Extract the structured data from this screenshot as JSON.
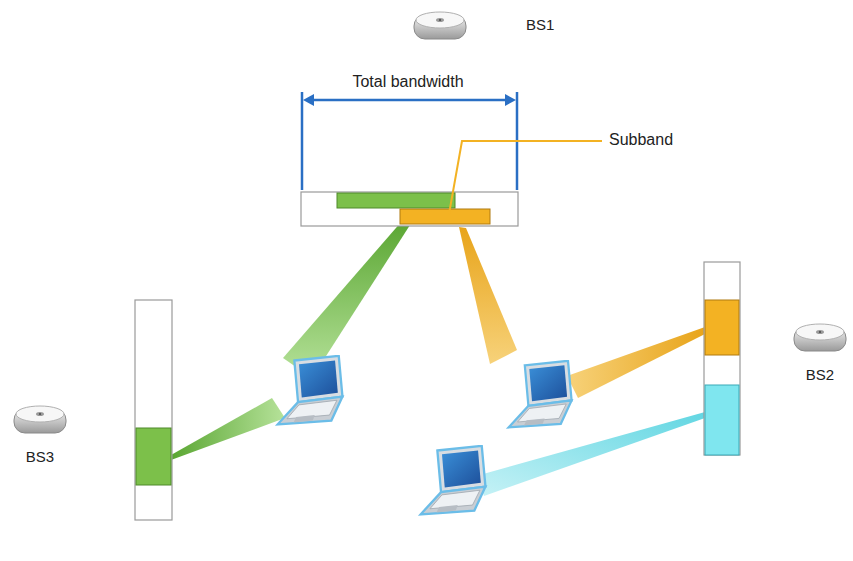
{
  "diagram": {
    "nodes": [
      {
        "text": [
          "BS1"
        ]
      },
      {
        "text": [
          "BS2"
        ]
      },
      {
        "text": [
          "BS3"
        ]
      }
    ],
    "labels": [
      "Total bandwidth",
      "Subband"
    ]
  }
}
